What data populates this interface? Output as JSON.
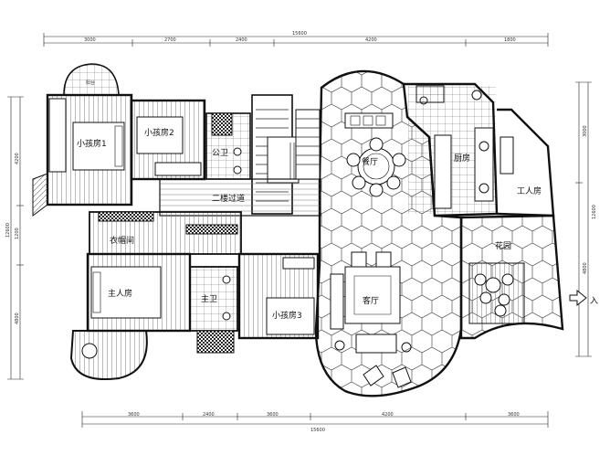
{
  "dimensions": {
    "top_total": "15600",
    "top_segments": [
      "3000",
      "2700",
      "2400",
      "4200",
      "1800"
    ],
    "bottom_total": "15600",
    "bottom_segments": [
      "3600",
      "2400",
      "3600",
      "4200",
      "3600"
    ],
    "left_total": "12600",
    "left_segments": [
      "4200",
      "1200",
      "4800"
    ],
    "right_total": "12600",
    "right_segments": [
      "3000",
      "4800"
    ]
  },
  "rooms": {
    "kid1": "小孩房1",
    "kid2": "小孩房2",
    "kid3": "小孩房3",
    "balcony": "阳台",
    "public_bath": "公卫",
    "corridor": "二楼过道",
    "cloakroom": "衣帽间",
    "master": "主人房",
    "master_bath": "主卫",
    "dining": "餐厅",
    "kitchen": "厨房",
    "maid": "工人房",
    "living": "客厅",
    "garden": "花园",
    "entrance": "入"
  },
  "colors": {
    "line": "#111111",
    "hatch": "#555555",
    "fill": "#ffffff"
  }
}
